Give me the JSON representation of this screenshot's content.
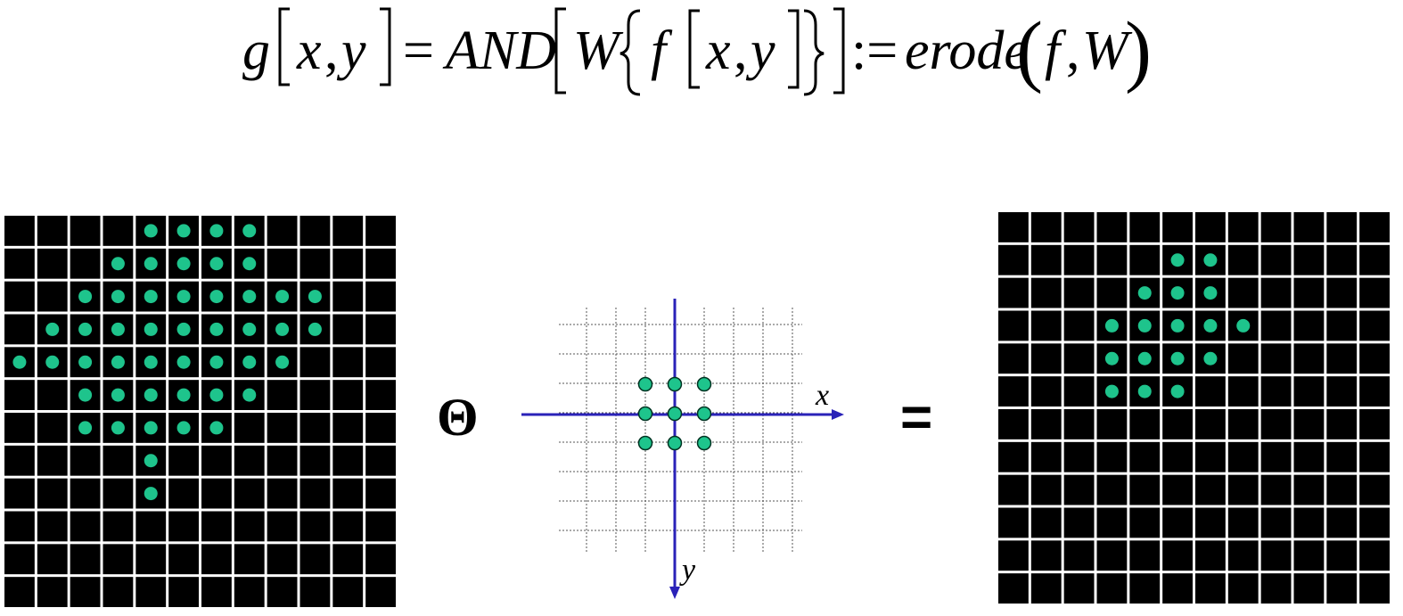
{
  "formula": {
    "g": "g",
    "x": "x",
    "comma": ",",
    "y": "y",
    "equals": "=",
    "and": "AND",
    "W": "W",
    "f": "f",
    "define": ":=",
    "erode": "erode",
    "lparen": "(",
    "rparen": ")"
  },
  "operators": {
    "erosion": "Θ",
    "equals": "="
  },
  "structuring_element": {
    "x_label": "x",
    "y_label": "y",
    "points": [
      [
        -1,
        -1
      ],
      [
        0,
        -1
      ],
      [
        1,
        -1
      ],
      [
        -1,
        0
      ],
      [
        0,
        0
      ],
      [
        1,
        0
      ],
      [
        -1,
        1
      ],
      [
        0,
        1
      ],
      [
        1,
        1
      ]
    ]
  },
  "input_image": {
    "rows": 12,
    "cols": 12,
    "dots": [
      [
        4,
        5,
        6,
        7
      ],
      [
        3,
        4,
        5,
        6,
        7
      ],
      [
        2,
        3,
        4,
        5,
        6,
        7,
        8,
        9
      ],
      [
        1,
        2,
        3,
        4,
        5,
        6,
        7,
        8,
        9
      ],
      [
        0,
        1,
        2,
        3,
        4,
        5,
        6,
        7,
        8
      ],
      [
        2,
        3,
        4,
        5,
        6,
        7
      ],
      [
        2,
        3,
        4,
        5,
        6
      ],
      [
        4
      ],
      [
        4
      ],
      [],
      [],
      []
    ]
  },
  "output_image": {
    "rows": 12,
    "cols": 12,
    "dots": [
      [],
      [
        5,
        6
      ],
      [
        4,
        5,
        6
      ],
      [
        3,
        4,
        5,
        6,
        7
      ],
      [
        3,
        4,
        5,
        6
      ],
      [
        3,
        4,
        5
      ],
      [],
      [],
      [],
      [],
      [],
      []
    ]
  },
  "colors": {
    "dot": "#1ec48c",
    "cell": "#000000",
    "grid_line": "#ffffff",
    "axis": "#2a22b8"
  }
}
